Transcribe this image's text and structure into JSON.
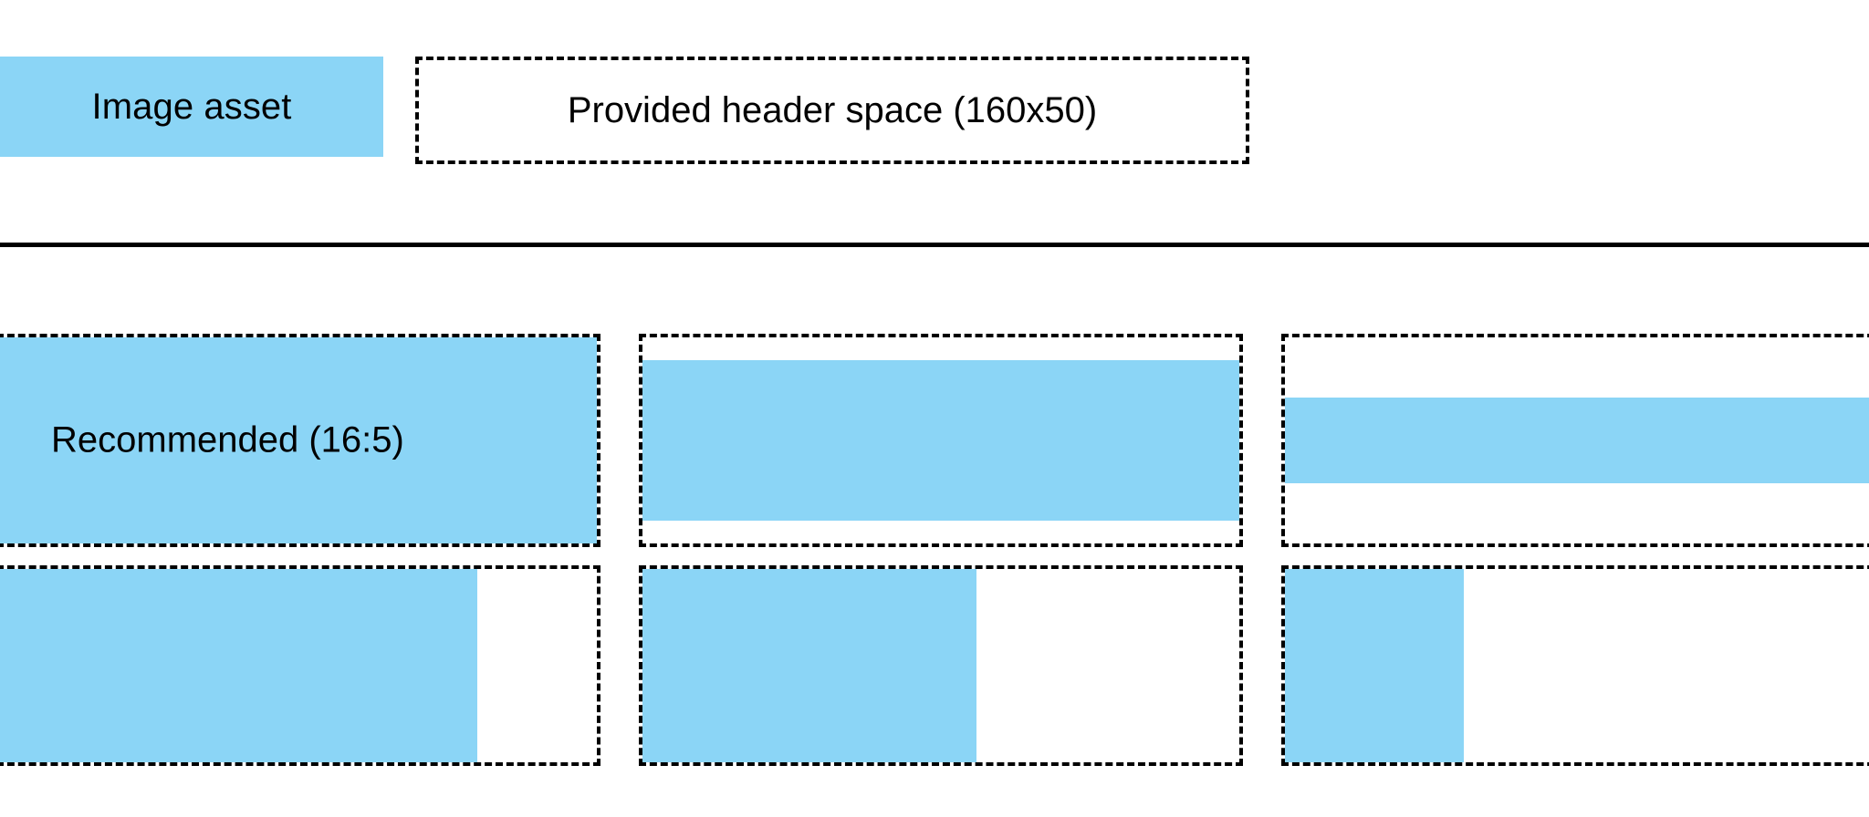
{
  "colors": {
    "fill_blue": "#8BD5F6",
    "outline_black": "#000000",
    "background_white": "#FFFFFF"
  },
  "header": {
    "image_asset_label": "Image asset",
    "provided_space_label": "Provided header space (160x50)",
    "provided_space_dimensions": "160x50"
  },
  "divider": {
    "present": true
  },
  "ratio_grid": {
    "rows": [
      {
        "row_index": 1,
        "cells": [
          {
            "label": "Recommended (16:5)",
            "fill_mode": "full",
            "fill_width_pct": 100,
            "fill_height_pct": 100
          },
          {
            "label": "",
            "fill_mode": "horizontal-inset",
            "fill_width_pct": 100,
            "fill_height_pct": 78
          },
          {
            "label": "",
            "fill_mode": "horizontal-band",
            "fill_width_pct": 100,
            "fill_height_pct": 42
          }
        ]
      },
      {
        "row_index": 2,
        "cells": [
          {
            "label": "",
            "fill_mode": "vertical-inset",
            "fill_width_pct": 80,
            "fill_height_pct": 100
          },
          {
            "label": "",
            "fill_mode": "vertical-inset",
            "fill_width_pct": 56,
            "fill_height_pct": 100
          },
          {
            "label": "",
            "fill_mode": "vertical-inset",
            "fill_width_pct": 30,
            "fill_height_pct": 100
          }
        ]
      }
    ]
  }
}
